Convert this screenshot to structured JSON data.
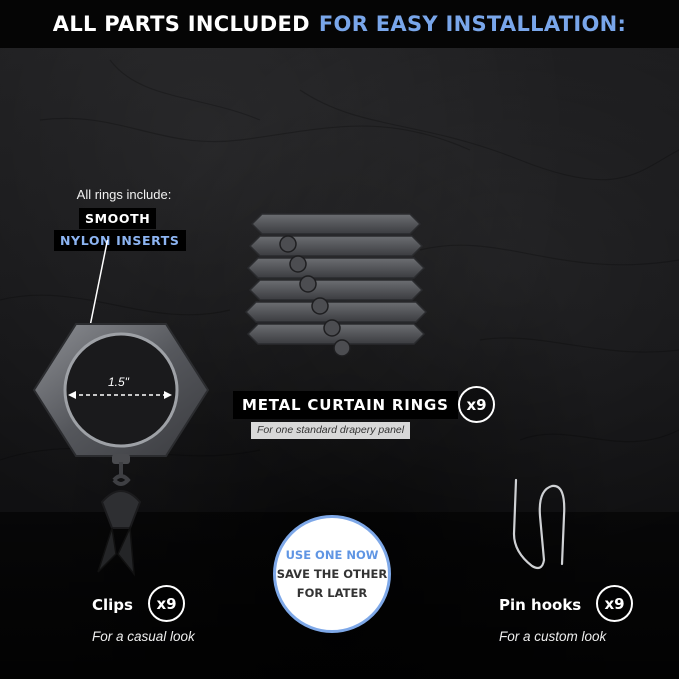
{
  "banner": {
    "text_white": "ALL PARTS INCLUDED",
    "text_blue": "FOR EASY INSTALLATION:"
  },
  "inserts": {
    "caption": "All rings include:",
    "tag_line1": "SMOOTH",
    "tag_line2": "NYLON INSERTS"
  },
  "ring_diagram": {
    "measurement": "1.5\""
  },
  "rings": {
    "label": "METAL CURTAIN RINGS",
    "quantity": "x9",
    "note": "For one standard drapery panel"
  },
  "clips": {
    "label": "Clips",
    "quantity": "x9",
    "note": "For a casual look"
  },
  "pin_hooks": {
    "label": "Pin hooks",
    "quantity": "x9",
    "note": "For a custom look"
  },
  "badge": {
    "line1": "USE ONE NOW",
    "line2": "SAVE THE OTHER",
    "line3": "FOR LATER"
  },
  "colors": {
    "accent_blue": "#79a6ea",
    "metal": "#5a5c60",
    "background": "#151517"
  }
}
